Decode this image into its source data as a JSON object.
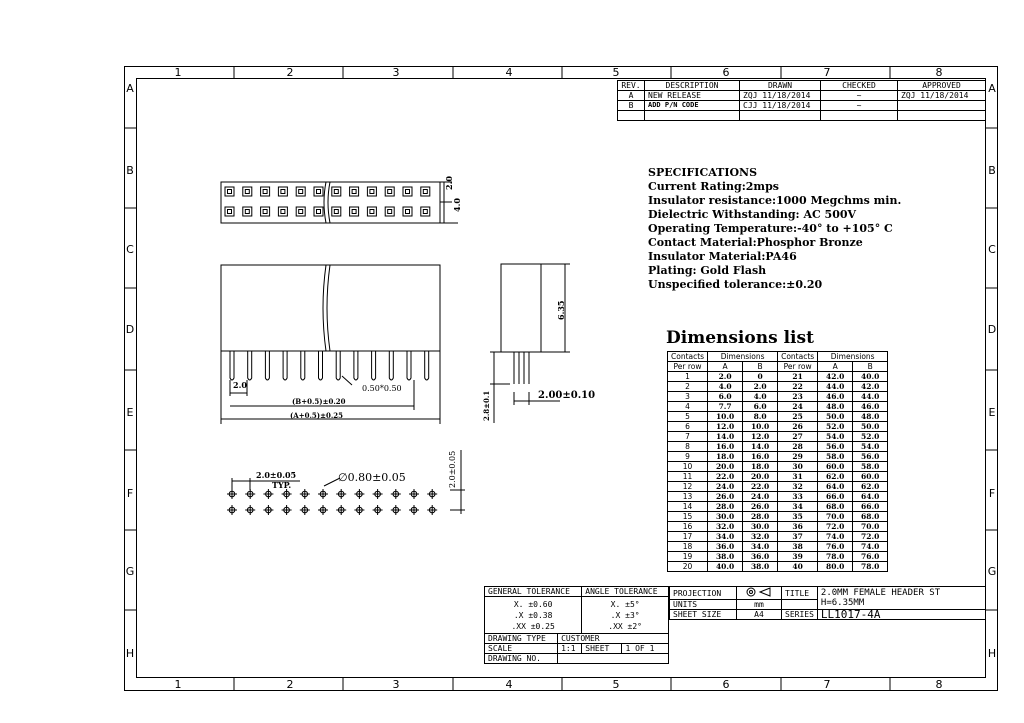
{
  "zones": {
    "columns": [
      "1",
      "2",
      "3",
      "4",
      "5",
      "6",
      "7",
      "8"
    ],
    "rows": [
      "A",
      "B",
      "C",
      "D",
      "E",
      "F",
      "G",
      "H"
    ]
  },
  "revision": {
    "headers": [
      "REV.",
      "DESCRIPTION",
      "DRAWN",
      "CHECKED",
      "APPROVED"
    ],
    "rows": [
      [
        "A",
        "NEW RELEASE",
        "ZQJ 11/18/2014",
        "~",
        "ZQJ 11/18/2014"
      ],
      [
        "B",
        "ADD P/N CODE",
        "CJJ 11/18/2014",
        "~",
        ""
      ]
    ]
  },
  "specifications": {
    "title": "SPECIFICATIONS",
    "lines": [
      "Current Rating:2mps",
      "Insulator resistance:1000 Megchms min.",
      "Dielectric Withstanding: AC 500V",
      "Operating Temperature:-40°  to +105° C",
      "Contact Material:Phosphor Bronze",
      "Insulator Material:PA46",
      "Plating:  Gold Flash",
      "Unspecified tolerance:±0.20"
    ]
  },
  "dimensions": {
    "title": "Dimensions list",
    "header1": [
      "Contacts",
      "Dimensions",
      "Contacts",
      "Dimensions"
    ],
    "header2": [
      "Per row",
      "A",
      "B",
      "Per row",
      "A",
      "B"
    ],
    "rows": [
      [
        "1",
        "2.0",
        "0",
        "21",
        "42.0",
        "40.0"
      ],
      [
        "2",
        "4.0",
        "2.0",
        "22",
        "44.0",
        "42.0"
      ],
      [
        "3",
        "6.0",
        "4.0",
        "23",
        "46.0",
        "44.0"
      ],
      [
        "4",
        "7.7",
        "6.0",
        "24",
        "48.0",
        "46.0"
      ],
      [
        "5",
        "10.0",
        "8.0",
        "25",
        "50.0",
        "48.0"
      ],
      [
        "6",
        "12.0",
        "10.0",
        "26",
        "52.0",
        "50.0"
      ],
      [
        "7",
        "14.0",
        "12.0",
        "27",
        "54.0",
        "52.0"
      ],
      [
        "8",
        "16.0",
        "14.0",
        "28",
        "56.0",
        "54.0"
      ],
      [
        "9",
        "18.0",
        "16.0",
        "29",
        "58.0",
        "56.0"
      ],
      [
        "10",
        "20.0",
        "18.0",
        "30",
        "60.0",
        "58.0"
      ],
      [
        "11",
        "22.0",
        "20.0",
        "31",
        "62.0",
        "60.0"
      ],
      [
        "12",
        "24.0",
        "22.0",
        "32",
        "64.0",
        "62.0"
      ],
      [
        "13",
        "26.0",
        "24.0",
        "33",
        "66.0",
        "64.0"
      ],
      [
        "14",
        "28.0",
        "26.0",
        "34",
        "68.0",
        "66.0"
      ],
      [
        "15",
        "30.0",
        "28.0",
        "35",
        "70.0",
        "68.0"
      ],
      [
        "16",
        "32.0",
        "30.0",
        "36",
        "72.0",
        "70.0"
      ],
      [
        "17",
        "34.0",
        "32.0",
        "37",
        "74.0",
        "72.0"
      ],
      [
        "18",
        "36.0",
        "34.0",
        "38",
        "76.0",
        "74.0"
      ],
      [
        "19",
        "38.0",
        "36.0",
        "39",
        "78.0",
        "76.0"
      ],
      [
        "20",
        "40.0",
        "38.0",
        "40",
        "80.0",
        "78.0"
      ]
    ]
  },
  "drawing_labels": {
    "top_pitch": "2.0",
    "top_width": "4.0",
    "side_height": "6.35",
    "pin_note": "0.50*0.50",
    "pin_pitch": "2.0",
    "dim_b": "(B+0.5)±0.20",
    "dim_a": "(A+0.5)±0.25",
    "pin_length": "2.8±0.1",
    "row_spacing": "2.00±0.10",
    "hole_pitch": "2.0±0.05",
    "typ": "TYP.",
    "hole_dia": "∅0.80±0.05",
    "hole_row": "2.0±0.05"
  },
  "title_block": {
    "general_tolerance": "GENERAL TOLERANCE",
    "angle_tolerance": "ANGLE TOLERANCE",
    "tol": [
      [
        "X.",
        "±0.60",
        "X.",
        "±5°"
      ],
      [
        ".X",
        "±0.38",
        ".X",
        "±3°"
      ],
      [
        ".XX",
        "±0.25",
        ".XX",
        "±2°"
      ]
    ],
    "drawing_type_label": "DRAWING TYPE",
    "drawing_type": "CUSTOMER",
    "scale_label": "SCALE",
    "scale": "1:1",
    "sheet_label": "SHEET",
    "sheet": "1 OF 1",
    "drawing_no_label": "DRAWING NO.",
    "projection_label": "PROJECTION",
    "title_label": "TITLE",
    "title_line1": "2.0MM FEMALE HEADER ST",
    "title_line2": "H=6.35MM",
    "units_label": "UNITS",
    "units": "mm",
    "sheet_size_label": "SHEET SIZE",
    "sheet_size": "A4",
    "series_label": "SERIES",
    "series": "LL1017-4A"
  }
}
